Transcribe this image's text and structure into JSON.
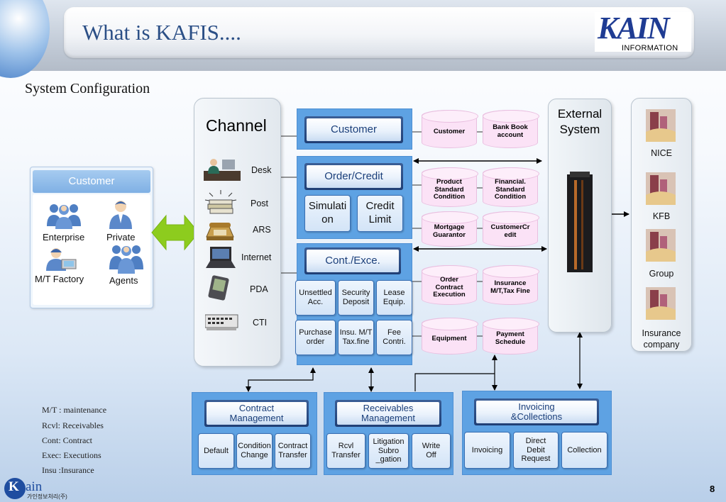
{
  "header": {
    "title": "What is KAFIS....",
    "brand_mark": "KAIN",
    "brand_sub": "INFORMATION"
  },
  "section_title": "System Configuration",
  "customer_panel": {
    "title": "Customer",
    "items": [
      "Enterprise",
      "Private",
      "M/T Factory",
      "Agents"
    ]
  },
  "channel": {
    "title": "Channel",
    "items": [
      "Desk",
      "Post",
      "ARS",
      "Internet",
      "PDA",
      "CTI"
    ]
  },
  "blocks": {
    "customer": {
      "label": "Customer",
      "dbs": [
        "Customer",
        "Bank Book account"
      ]
    },
    "order_credit": {
      "label": "Order/Credit",
      "tiles": [
        "Simulation",
        "Credit Limit"
      ],
      "dbs": [
        "Product Standard Condition",
        "Financial. Standard Condition",
        "Mortgage Guarantor",
        "CustomerCredit"
      ]
    },
    "cont_exec": {
      "label": "Cont./Exce.",
      "tiles": [
        "Unsettled Acc.",
        "Security Deposit",
        "Lease Equip.",
        "Purchase order",
        "Insu. M/T Tax.fine",
        "Fee Contri."
      ],
      "dbs": [
        "Order Contract Execution",
        "Insurance M/T,Tax Fine",
        "Equipment",
        "Payment Schedule"
      ]
    }
  },
  "external": {
    "title": "External System",
    "institutions": [
      "NICE",
      "KFB",
      "Group",
      "Insurance company"
    ]
  },
  "bottom_blocks": [
    {
      "label": "Contract Management",
      "tiles": [
        "Default",
        "Condition Change",
        "Contract Transfer"
      ]
    },
    {
      "label": "Receivables Management",
      "tiles": [
        "Rcvl Transfer",
        "Litigation Subro _gation",
        "Write Off"
      ]
    },
    {
      "label": "Invoicing &Collections",
      "tiles": [
        "Invoicing",
        "Direct Debit Request",
        "Collection"
      ]
    }
  ],
  "notes": [
    "M/T : maintenance",
    "Rcvl: Receivables",
    "Cont: Contract",
    "Exec: Executions",
    "Insu :Insurance"
  ],
  "footer": {
    "page": "8",
    "logo_text": "ain",
    "logo_sub": "가인정보처리(주)"
  },
  "colors": {
    "blue_group": "#5ea2e3",
    "title_blue": "#2b4f86",
    "db_pink": "#fbe2f6",
    "arrow_green": "#8dcc1e"
  }
}
